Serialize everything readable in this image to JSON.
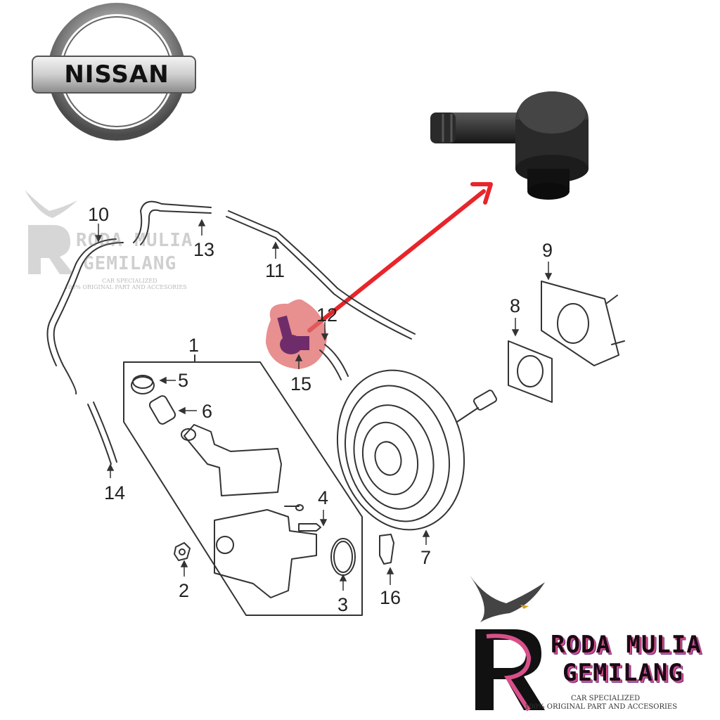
{
  "logo": {
    "brand_text": "NISSAN"
  },
  "diagram": {
    "highlight_color": "#e06a6a",
    "arrow_color": "#e8252a",
    "highlighted_part": "15",
    "callouts": [
      {
        "id": "1",
        "label": "1"
      },
      {
        "id": "2",
        "label": "2"
      },
      {
        "id": "3",
        "label": "3"
      },
      {
        "id": "4",
        "label": "4"
      },
      {
        "id": "5",
        "label": "5"
      },
      {
        "id": "6",
        "label": "6"
      },
      {
        "id": "7",
        "label": "7"
      },
      {
        "id": "8",
        "label": "8"
      },
      {
        "id": "9",
        "label": "9"
      },
      {
        "id": "10",
        "label": "10"
      },
      {
        "id": "11",
        "label": "11"
      },
      {
        "id": "12",
        "label": "12"
      },
      {
        "id": "13",
        "label": "13"
      },
      {
        "id": "14",
        "label": "14"
      },
      {
        "id": "15",
        "label": "15"
      },
      {
        "id": "16",
        "label": "16"
      }
    ]
  },
  "watermark": {
    "line1": "RODA MULIA",
    "line2": "GEMILANG",
    "tagline1": "CAR SPECIALIZED",
    "tagline2": "100% ORIGINAL PART AND ACCESORIES"
  },
  "brand_footer": {
    "line1": "RODA MULIA",
    "line2": "GEMILANG",
    "tagline1": "CAR SPECIALIZED",
    "tagline2": "100% ORIGINAL PART AND ACCESORIES",
    "accent_pink": "#d94f8a",
    "accent_purple": "#6b2a8c"
  }
}
